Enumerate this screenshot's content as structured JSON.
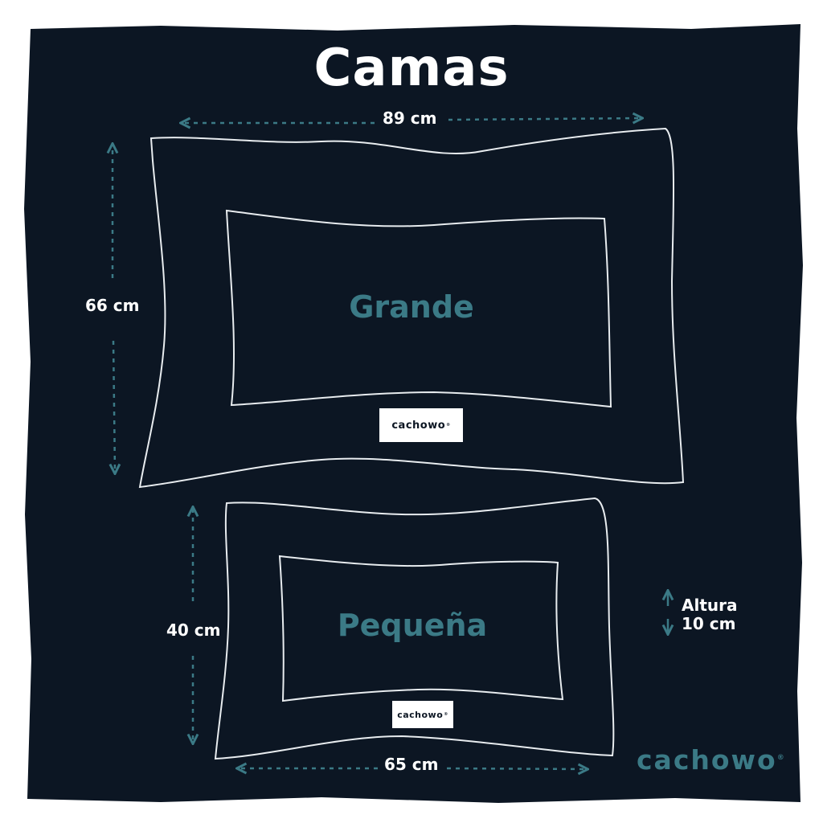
{
  "title": "Camas",
  "beds": [
    {
      "name": "Grande",
      "width": "89 cm",
      "depth": "66 cm",
      "tag": "cachowo"
    },
    {
      "name": "Pequeña",
      "width": "65 cm",
      "depth": "40 cm",
      "tag": "cachowo"
    }
  ],
  "height": {
    "label": "Altura",
    "value": "10 cm"
  },
  "brand": "cachowo",
  "colors": {
    "background": "#0c1623",
    "accent": "#3b7a86",
    "outline": "#e8ecef",
    "text": "#ffffff"
  }
}
